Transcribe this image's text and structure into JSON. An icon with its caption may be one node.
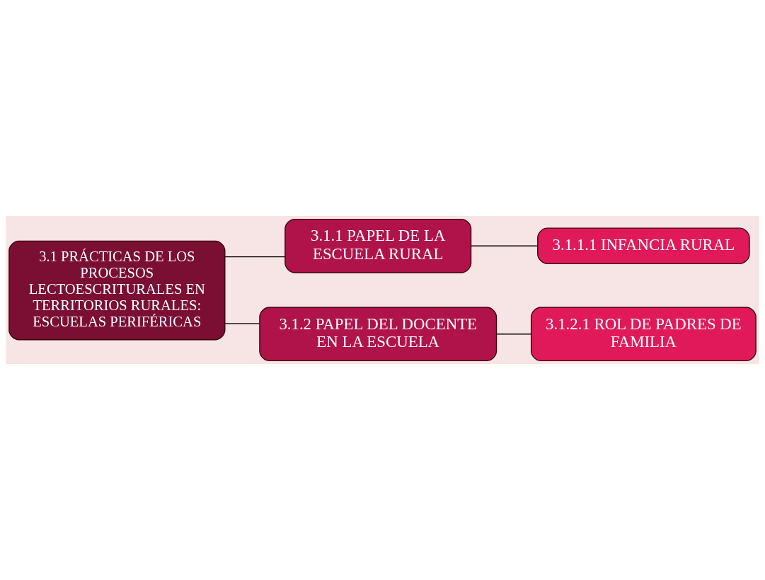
{
  "diagram": {
    "nodes": [
      {
        "text": [
          "3.1 PRÁCTICAS DE LOS PROCESOS LECTOESCRITURALES EN TERRITORIOS RURALES: ESCUELAS PERIFÉRICAS"
        ]
      },
      {
        "text": [
          "3.1.1 PAPEL DE LA ESCUELA RURAL"
        ]
      },
      {
        "text": [
          "3.1.1.1 INFANCIA RURAL"
        ]
      },
      {
        "text": [
          "3.1.2 PAPEL DEL DOCENTE EN LA ESCUELA"
        ]
      },
      {
        "text": [
          "3.1.2.1 ROL DE PADRES DE FAMILIA"
        ]
      }
    ],
    "edges": [
      {
        "from": 0,
        "to": 1,
        "arrow": "none"
      },
      {
        "from": 0,
        "to": 3,
        "arrow": "none"
      },
      {
        "from": 1,
        "to": 2,
        "arrow": "none"
      },
      {
        "from": 3,
        "to": 4,
        "arrow": "none"
      }
    ]
  }
}
